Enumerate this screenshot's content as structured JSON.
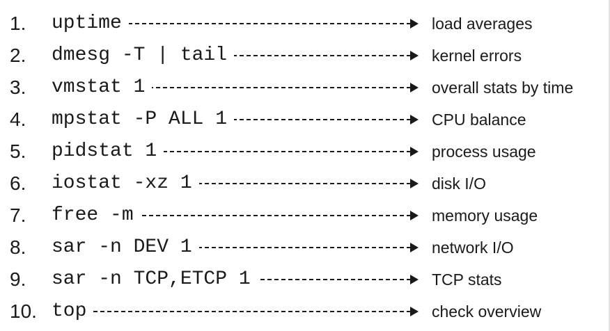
{
  "rows": [
    {
      "num": "1.",
      "cmd": "uptime",
      "desc": "load averages"
    },
    {
      "num": "2.",
      "cmd": "dmesg -T | tail",
      "desc": "kernel errors"
    },
    {
      "num": "3.",
      "cmd": "vmstat 1",
      "desc": "overall stats by time"
    },
    {
      "num": "4.",
      "cmd": "mpstat -P ALL 1",
      "desc": "CPU balance"
    },
    {
      "num": "5.",
      "cmd": "pidstat 1",
      "desc": "process usage"
    },
    {
      "num": "6.",
      "cmd": "iostat -xz 1",
      "desc": "disk I/O"
    },
    {
      "num": "7.",
      "cmd": "free -m",
      "desc": "memory usage"
    },
    {
      "num": "8.",
      "cmd": "sar -n DEV 1",
      "desc": "network I/O"
    },
    {
      "num": "9.",
      "cmd": "sar -n TCP,ETCP 1",
      "desc": "TCP stats"
    },
    {
      "num": "10.",
      "cmd": "top",
      "desc": "check overview"
    }
  ]
}
